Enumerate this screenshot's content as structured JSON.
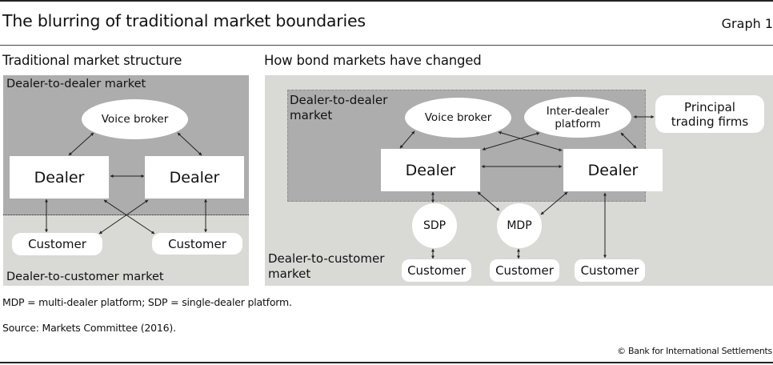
{
  "header": {
    "title": "The blurring of traditional market boundaries",
    "graph_number": "Graph 1"
  },
  "left_panel": {
    "subtitle": "Traditional market structure",
    "top_region_label": "Dealer-to-dealer market",
    "bottom_region_label": "Dealer-to-customer market",
    "nodes": {
      "voice_broker": "Voice broker",
      "dealer_left": "Dealer",
      "dealer_right": "Dealer",
      "customer_left": "Customer",
      "customer_right": "Customer"
    },
    "colors": {
      "dealer_region": "#adadad",
      "customer_region": "#d9d9d6"
    }
  },
  "right_panel": {
    "subtitle": "How bond markets have changed",
    "inner_region_label_line1": "Dealer-to-dealer",
    "inner_region_label_line2": "market",
    "outer_region_label_line1": "Dealer-to-customer",
    "outer_region_label_line2": "market",
    "nodes": {
      "voice_broker": "Voice broker",
      "inter_dealer_line1": "Inter-dealer",
      "inter_dealer_line2": "platform",
      "principal_line1": "Principal",
      "principal_line2": "trading firms",
      "dealer_left": "Dealer",
      "dealer_right": "Dealer",
      "sdp": "SDP",
      "mdp": "MDP",
      "customer_1": "Customer",
      "customer_2": "Customer",
      "customer_3": "Customer"
    },
    "colors": {
      "dealer_region": "#adadad",
      "customer_region": "#d9d9d6"
    }
  },
  "footnotes": {
    "abbreviations": "MDP = multi-dealer platform; SDP = single-dealer platform.",
    "source": "Source: Markets Committee (2016).",
    "copyright": "© Bank for International Settlements"
  }
}
